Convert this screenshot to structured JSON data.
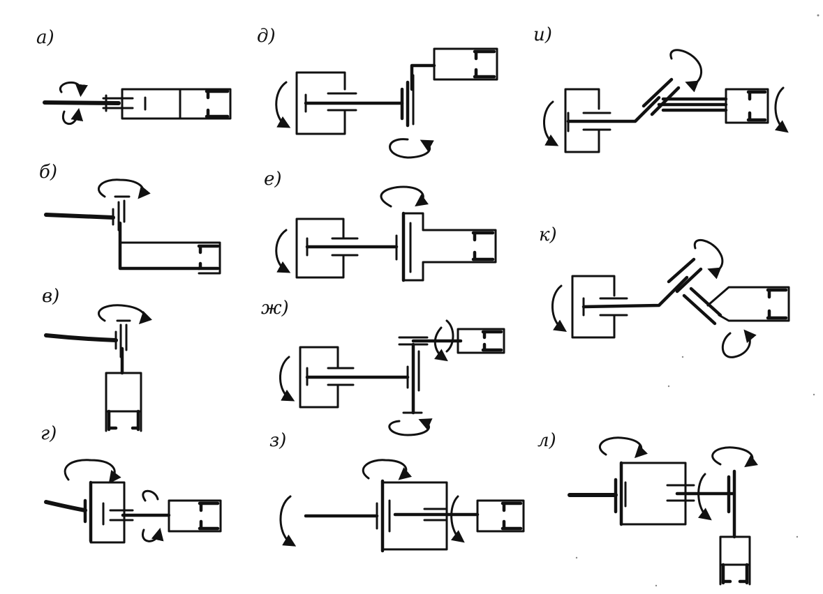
{
  "diagram": {
    "panels": [
      {
        "key": "a",
        "label": "а)"
      },
      {
        "key": "b",
        "label": "б)"
      },
      {
        "key": "v",
        "label": "в)"
      },
      {
        "key": "g",
        "label": "г)"
      },
      {
        "key": "d",
        "label": "д)"
      },
      {
        "key": "e",
        "label": "е)"
      },
      {
        "key": "zh",
        "label": "ж)"
      },
      {
        "key": "z",
        "label": "з)"
      },
      {
        "key": "i",
        "label": "и)"
      },
      {
        "key": "k",
        "label": "к)"
      },
      {
        "key": "l",
        "label": "л)"
      }
    ]
  }
}
